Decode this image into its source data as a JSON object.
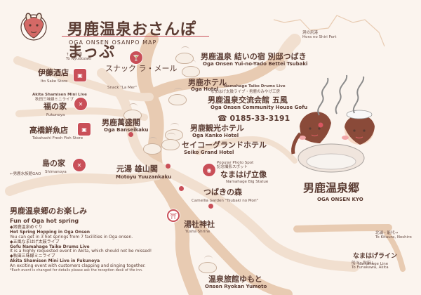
{
  "title": {
    "jp": "男鹿温泉おさんぽまっぷ",
    "en": "OGA ONSEN OSANPO MAP"
  },
  "labels": {
    "north_entry": "↑ 入道崎",
    "north_entry_en": "To Nyudozaki",
    "sinobou": "洞の尻港",
    "sinobou_en": "Hora no Shiri Port",
    "snack": "スナック\nラ・メール",
    "snack_en": "Snack \"La Mer\"",
    "ito_jp": "伊藤酒店",
    "ito_en": "Ito Sake Store",
    "akita_live_title": "Akita Shamisen Mini Live",
    "akita_live_jp": "秋田三味線ミニライブ",
    "fukunoya_jp": "福の家",
    "fukunoya_en": "Fukunoya",
    "takahashi_jp": "高橋鮮魚店",
    "takahashi_en": "Takahashi Fresh Fish Store",
    "shimanoya_jp": "島の家",
    "shimanoya_en": "Shimanoya",
    "banseikaku_jp": "男鹿萬盛閣",
    "banseikaku_en": "Oga Banseikaku",
    "oga_hotel_jp": "男鹿ホテル",
    "oga_hotel_en": "Oga Hotel",
    "yuinoyado_jp": "男鹿温泉 結いの宿 別邸つばき",
    "yuinoyado_en": "Oga Onsen Yui-no-Yado Bettei Tsubaki",
    "namahage_live": "Namahage Taiko Drums Live",
    "namahage_live_jp": "なまはげ太鼓ライブ・男鹿のみやげ工房",
    "community_jp": "男鹿温泉交流会館 五風",
    "community_en": "Oga Onsen Community House Gofu",
    "phone": "☎ 0185-33-3191",
    "kanko_jp": "男鹿観光ホテル",
    "kanko_en": "Oga Kanko Hotel",
    "seiko_jp": "セイコーグランドホテル",
    "seiko_en": "Seiko Grand Hotel",
    "motoyu_jp": "元湯 雄山閣",
    "motoyu_en": "Motoyu Yuuzankaku",
    "photo_spot_en": "Popular Photo Spot",
    "photo_spot_jp": "記念撮影スポット",
    "namahage_statue_jp": "なまはげ立像",
    "namahage_statue_en": "Namahage Big Statue",
    "tsubaki_jp": "つばきの森",
    "tsubaki_en": "Camellia Garden \"Tsubaki no Mori\"",
    "shrine_jp": "湯社神社",
    "shrine_en": "Yusha Shrine",
    "yumoto_jp": "温泉旅館ゆもと",
    "yumoto_en": "Onsen Ryokan Yumoto",
    "west_road": "←男鹿水族館GAO",
    "east_road": "北浦・能代→",
    "east_road_en": "To Kitaura, Noshiro",
    "funakawa": "船川・秋田↓",
    "funakawa_en": "To Funakawa, Akita",
    "namahage_line": "なまはげライン",
    "namahage_line_en": "Namahage Line",
    "right_logo_jp": "男鹿温泉郷",
    "right_logo_en": "OGA ONSEN KYO"
  },
  "fun": {
    "title": "男鹿温泉郷のお楽しみ",
    "subtitle": "Fun of Oga hot spring",
    "items": [
      {
        "jp": "◆男鹿温泉めぐり",
        "en": "Hot Spring Hopping in Oga Onsen",
        "desc": "You can get in 3 hot springs from 7 facilities in Oga onsen."
      },
      {
        "jp": "◆五風なまはげ太鼓ライブ",
        "en": "Gofu Namahage Taiko Drums Live",
        "desc": "It is a highly requested event in Akita, which should not be missed!"
      },
      {
        "jp": "◆秋田三味線ミニライブ",
        "en": "Akita Shamisen Mini Live in Fukunoya",
        "desc": "An exciting event with customers clapping and singing together."
      }
    ],
    "note": "*Each event is changed for details please ask the reception desk of the inn."
  },
  "colors": {
    "road": "#e8cbb2",
    "path": "#f1dfcf",
    "accent": "#c94f58",
    "text": "#5b3c33",
    "map": "#fbf4ee"
  },
  "icons": {
    "cocktail": "cocktail-icon",
    "store": "store-icon",
    "dining": "dining-icon",
    "camera": "camera-icon",
    "shrine": "shrine-icon",
    "spa": "spa-icon"
  }
}
